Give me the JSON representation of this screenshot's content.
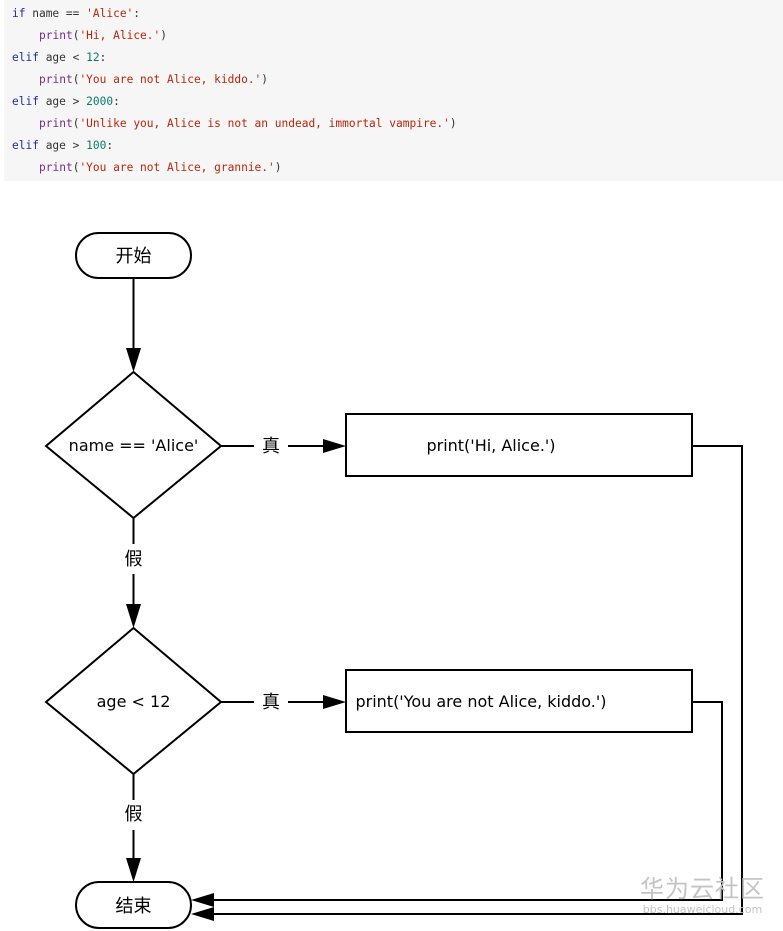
{
  "code": {
    "lines": [
      {
        "indent": false,
        "tokens": [
          {
            "t": "if",
            "c": "kw"
          },
          {
            "t": " name ",
            "c": "op"
          },
          {
            "t": "==",
            "c": "op"
          },
          {
            "t": " ",
            "c": "op"
          },
          {
            "t": "'Alice'",
            "c": "str"
          },
          {
            "t": ":",
            "c": "op"
          }
        ]
      },
      {
        "indent": true,
        "tokens": [
          {
            "t": "print",
            "c": "fn"
          },
          {
            "t": "(",
            "c": "op"
          },
          {
            "t": "'Hi, Alice.'",
            "c": "str"
          },
          {
            "t": ")",
            "c": "op"
          }
        ]
      },
      {
        "indent": false,
        "tokens": [
          {
            "t": "elif",
            "c": "kw"
          },
          {
            "t": " age ",
            "c": "op"
          },
          {
            "t": "<",
            "c": "op"
          },
          {
            "t": " ",
            "c": "op"
          },
          {
            "t": "12",
            "c": "num"
          },
          {
            "t": ":",
            "c": "op"
          }
        ]
      },
      {
        "indent": true,
        "tokens": [
          {
            "t": "print",
            "c": "fn"
          },
          {
            "t": "(",
            "c": "op"
          },
          {
            "t": "'You are not Alice, kiddo.'",
            "c": "str"
          },
          {
            "t": ")",
            "c": "op"
          }
        ]
      },
      {
        "indent": false,
        "tokens": [
          {
            "t": "elif",
            "c": "kw"
          },
          {
            "t": " age ",
            "c": "op"
          },
          {
            "t": ">",
            "c": "op"
          },
          {
            "t": " ",
            "c": "op"
          },
          {
            "t": "2000",
            "c": "num"
          },
          {
            "t": ":",
            "c": "op"
          }
        ]
      },
      {
        "indent": true,
        "tokens": [
          {
            "t": "print",
            "c": "fn"
          },
          {
            "t": "(",
            "c": "op"
          },
          {
            "t": "'Unlike you, Alice is not an undead, immortal vampire.'",
            "c": "str"
          },
          {
            "t": ")",
            "c": "op"
          }
        ]
      },
      {
        "indent": false,
        "tokens": [
          {
            "t": "elif",
            "c": "kw"
          },
          {
            "t": " age ",
            "c": "op"
          },
          {
            "t": ">",
            "c": "op"
          },
          {
            "t": " ",
            "c": "op"
          },
          {
            "t": "100",
            "c": "num"
          },
          {
            "t": ":",
            "c": "op"
          }
        ]
      },
      {
        "indent": true,
        "tokens": [
          {
            "t": "print",
            "c": "fn"
          },
          {
            "t": "(",
            "c": "op"
          },
          {
            "t": "'You are not Alice, grannie.'",
            "c": "str"
          },
          {
            "t": ")",
            "c": "op"
          }
        ]
      }
    ]
  },
  "flowchart": {
    "start": "开始",
    "end": "结束",
    "decision1": "name == 'Alice'",
    "decision2": "age < 12",
    "true_label": "真",
    "false_label": "假",
    "process1": "print('Hi, Alice.')",
    "process2": "print('You are not Alice, kiddo.')"
  },
  "watermark": {
    "main": "华为云社区",
    "sub": "bbs.huaweicloud.com"
  },
  "colors": {
    "keyword": "#1c2fa6",
    "function": "#7a2b8a",
    "string": "#b8260b",
    "number": "#0b7a6a",
    "code_bg": "#f6f6f6"
  }
}
